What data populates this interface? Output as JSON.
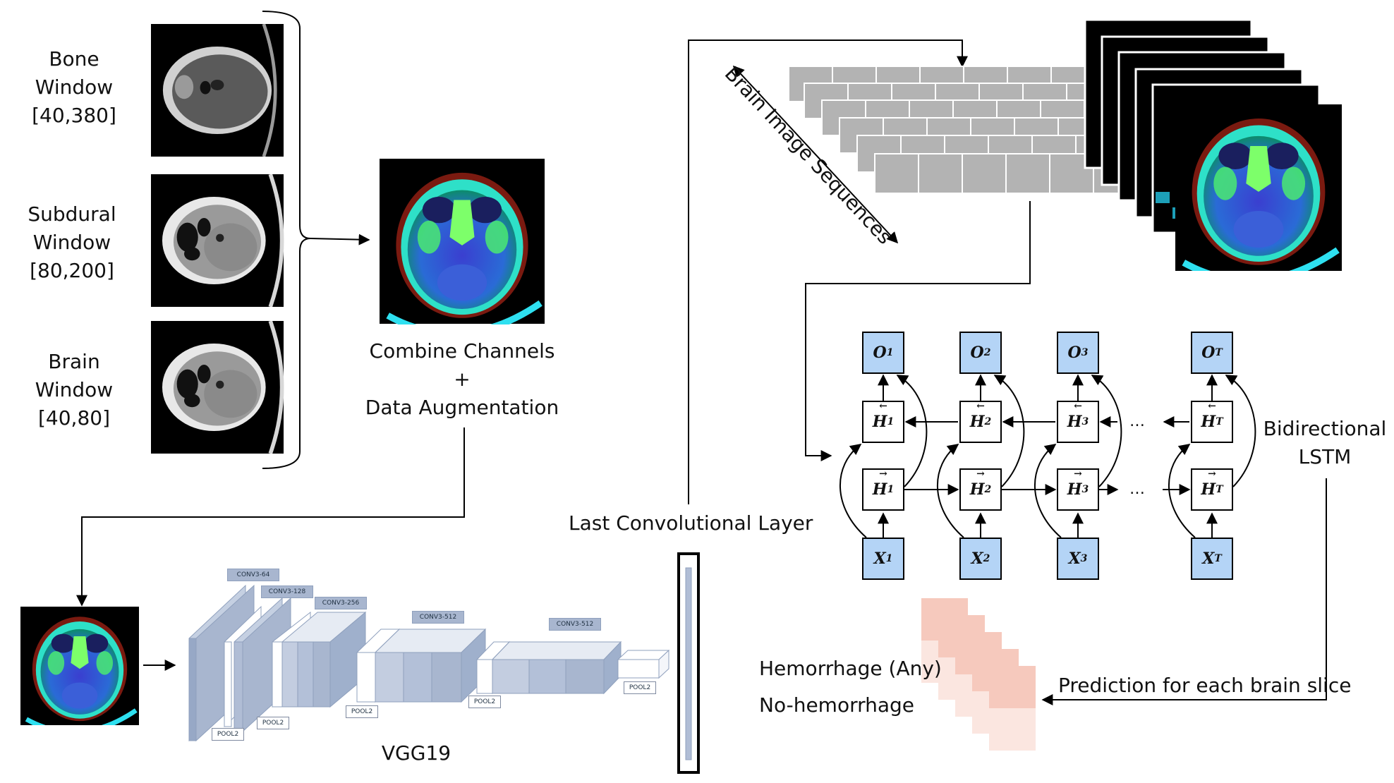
{
  "windows": [
    {
      "name": "Bone",
      "word": "Window",
      "range": "[40,380]"
    },
    {
      "name": "Subdural",
      "word": "Window",
      "range": "[80,200]"
    },
    {
      "name": "Brain",
      "word": "Window",
      "range": "[40,80]"
    }
  ],
  "combine": {
    "line1": "Combine Channels",
    "line2": "+",
    "line3": "Data Augmentation"
  },
  "vgg": {
    "title": "VGG19",
    "conv_labels": [
      "CONV3-64",
      "CONV3-128",
      "CONV3-256",
      "CONV3-512",
      "CONV3-512"
    ],
    "pool_labels": [
      "POOL2",
      "POOL2",
      "POOL2",
      "POOL2",
      "POOL2"
    ]
  },
  "last_conv_label": "Last Convolutional Layer",
  "sequence_label": "Brain Image Sequences",
  "lstm": {
    "label_line1": "Bidirectional",
    "label_line2": "LSTM",
    "outputs": [
      "O",
      "O",
      "O",
      "O"
    ],
    "output_subs": [
      "1",
      "2",
      "3",
      "T"
    ],
    "hidden": [
      "H",
      "H",
      "H",
      "H"
    ],
    "hidden_subs": [
      "1",
      "2",
      "3",
      "T"
    ],
    "inputs": [
      "X",
      "X",
      "X",
      "X"
    ],
    "input_subs": [
      "1",
      "2",
      "3",
      "T"
    ],
    "ellipsis": "…"
  },
  "prediction": {
    "label": "Prediction for each brain slice",
    "class_any": "Hemorrhage (Any)",
    "class_none": "No-hemorrhage"
  },
  "colors": {
    "cell_blue": "#b4d4f6",
    "conv_block": "#a8b6cf",
    "seq_gray": "#b3b3b3",
    "pred_pink": "#f6c9bd"
  }
}
